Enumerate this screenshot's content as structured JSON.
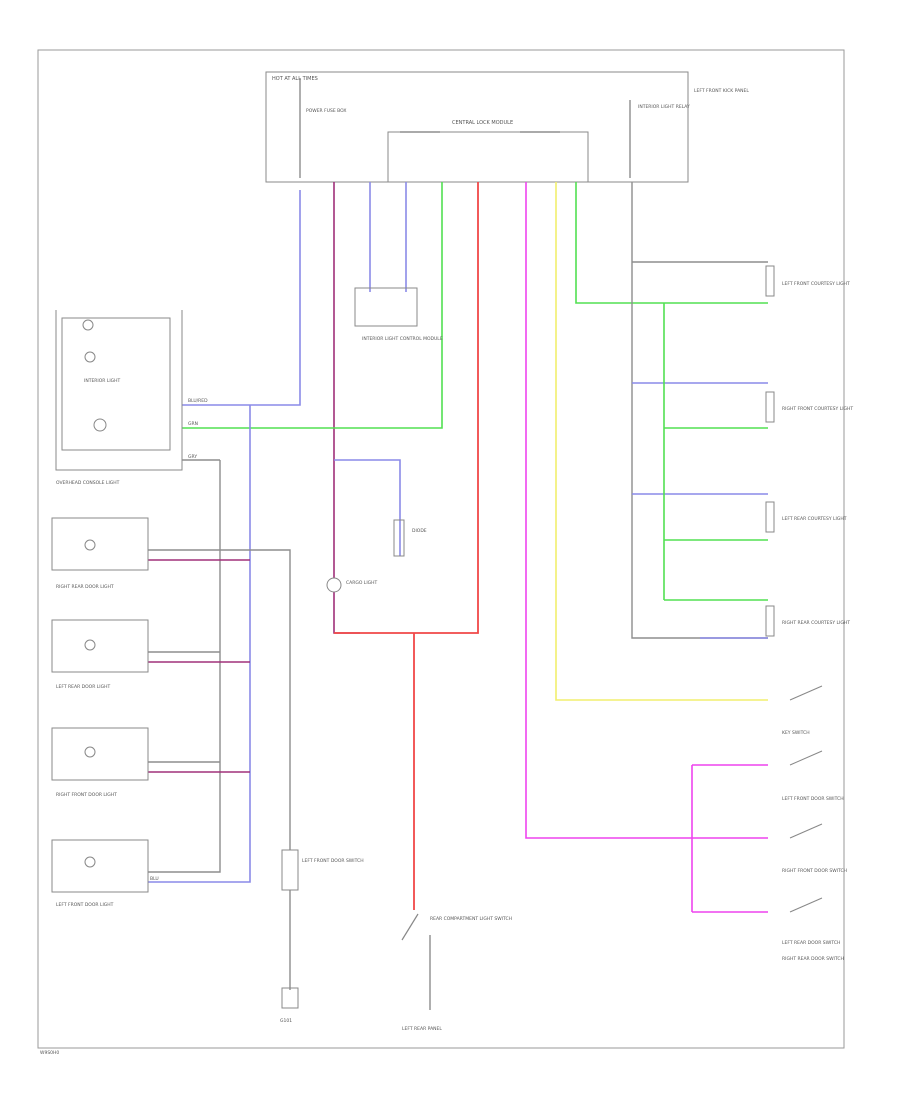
{
  "diagram": {
    "code": "W9S0H0",
    "colors": {
      "red": "#f04848",
      "blue": "#8a8ae8",
      "green": "#52e052",
      "yellow": "#f2ef6e",
      "magenta": "#ee44ee",
      "purple": "#a0307a",
      "gray": "#8d8d8d"
    },
    "hot_box": {
      "title": "HOT AT ALL TIMES",
      "control_unit": "CENTRAL LOCK MODULE",
      "left_note": "POWER FUSE BOX",
      "right_note": "INTERIOR LIGHT RELAY",
      "side_label": "LEFT FRONT KICK PANEL"
    },
    "components": {
      "front_switch_panel": "INTERIOR LIGHT",
      "front_switch_caption": "OVERHEAD CONSOLE LIGHT",
      "door_rr": "RIGHT REAR DOOR LIGHT",
      "door_lr": "LEFT REAR DOOR LIGHT",
      "door_rf": "RIGHT FRONT DOOR LIGHT",
      "door_lf": "LEFT FRONT DOOR LIGHT",
      "relay": "INTERIOR LIGHT CONTROL MODULE",
      "diode": "DIODE",
      "cargo_lamp": "CARGO LIGHT",
      "door_switch_left": "LEFT FRONT DOOR SWITCH",
      "ground_left": "G101",
      "bottom_switch": "REAR COMPARTMENT LIGHT SWITCH",
      "bottom_ground": "LEFT REAR PANEL",
      "lamp_lf": "LEFT FRONT COURTESY LIGHT",
      "lamp_rf": "RIGHT FRONT COURTESY LIGHT",
      "lamp_lr": "LEFT REAR COURTESY LIGHT",
      "lamp_rr": "RIGHT REAR COURTESY LIGHT",
      "sw_key": "KEY SWITCH",
      "sw_lf": "LEFT FRONT DOOR SWITCH",
      "sw_rf": "RIGHT FRONT DOOR SWITCH",
      "sw_lr": "LEFT REAR DOOR SWITCH",
      "sw_rr": "RIGHT REAR DOOR SWITCH"
    },
    "wire_codes": {
      "blu_red": "BLU/RED",
      "grn": "GRN",
      "gry": "GRY",
      "blu": "BLU"
    }
  }
}
